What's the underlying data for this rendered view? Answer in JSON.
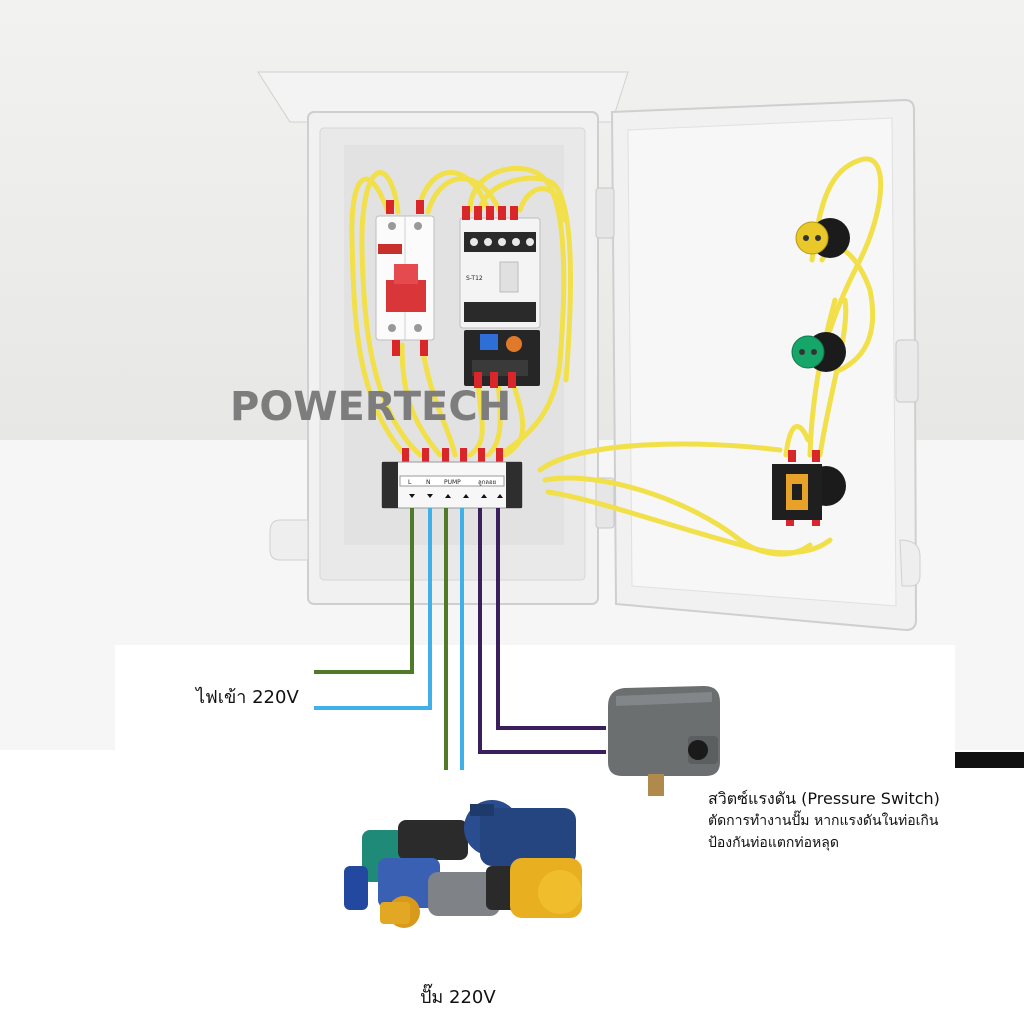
{
  "watermark": "POWERTECH",
  "terminal_labels": [
    "L",
    "N",
    "PUMP",
    "ลูกลอย"
  ],
  "contactor_label": "S-T12",
  "labels": {
    "power_in": "ไฟเข้า 220V",
    "pressure_switch_title": "สวิตซ์แรงดัน (Pressure Switch)",
    "pressure_switch_line1": "ตัดการทำงานปั๊ม หากแรงดันในท่อเกิน",
    "pressure_switch_line2": "ป้องกันท่อแตกท่อหลุด",
    "pump": "ปั๊ม 220V"
  },
  "wire_colors": {
    "line": "#4e7a2a",
    "neutral": "#3fb0e8",
    "sensor": "#3b1e5c",
    "internal": "#f1e04a"
  },
  "icons": [
    "circuit-breaker-icon",
    "contactor-icon",
    "overload-relay-icon",
    "terminal-block-icon",
    "pilot-lamp-yellow-icon",
    "pilot-lamp-green-icon",
    "selector-switch-icon",
    "pressure-switch-icon",
    "water-pumps-icon"
  ]
}
